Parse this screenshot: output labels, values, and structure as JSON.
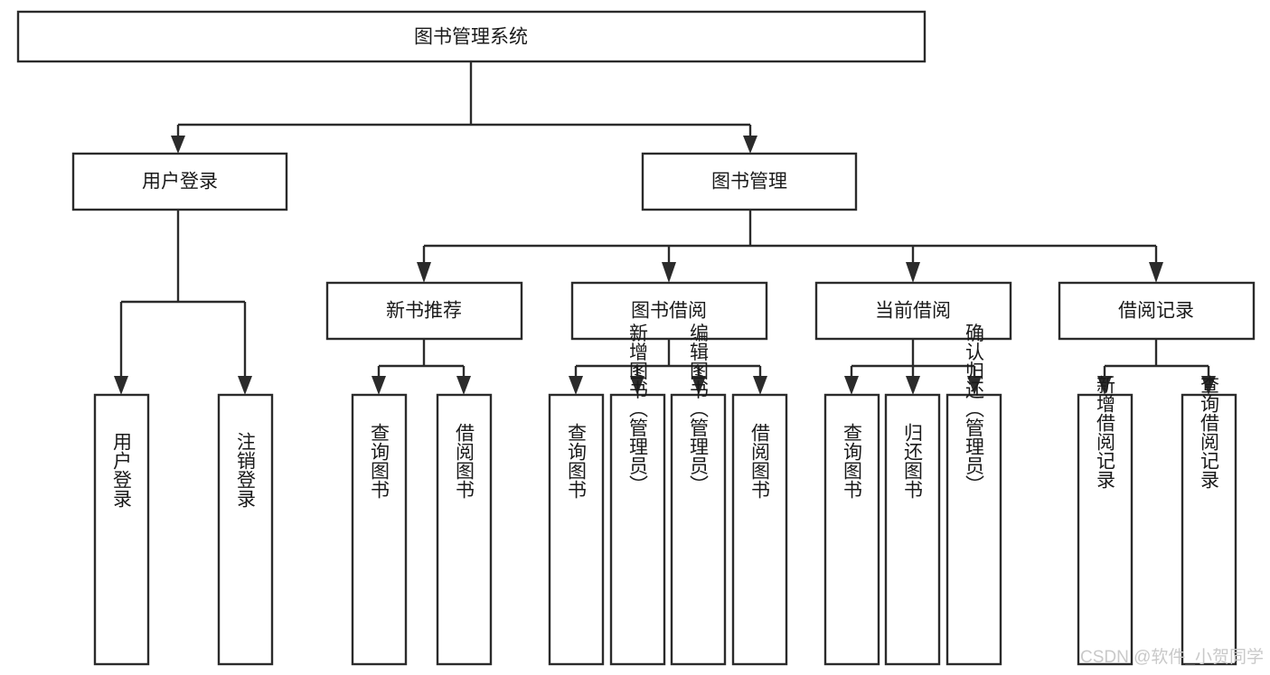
{
  "diagram": {
    "title": "图书管理系统",
    "type": "hierarchy-tree",
    "orientation": "top-down",
    "background_color": "#ffffff",
    "box_stroke_color": "#2b2b2b",
    "box_fill_color": "#ffffff",
    "text_color": "#1a1a1a",
    "levels": {
      "root": {
        "label": "图书管理系统"
      },
      "level2": [
        {
          "id": "user-login",
          "label": "用户登录"
        },
        {
          "id": "book-management",
          "label": "图书管理"
        }
      ],
      "level3": [
        {
          "id": "new-book-recommend",
          "label": "新书推荐",
          "parent": "book-management"
        },
        {
          "id": "book-borrow",
          "label": "图书借阅",
          "parent": "book-management"
        },
        {
          "id": "current-borrow",
          "label": "当前借阅",
          "parent": "book-management"
        },
        {
          "id": "borrow-record",
          "label": "借阅记录",
          "parent": "book-management"
        }
      ],
      "leaves": [
        {
          "id": "leaf-user-login",
          "label": "用户登录",
          "parent": "user-login"
        },
        {
          "id": "leaf-logout-login",
          "label": "注销登录",
          "parent": "user-login"
        },
        {
          "id": "leaf-query-book-1",
          "label": "查询图书",
          "parent": "new-book-recommend"
        },
        {
          "id": "leaf-borrow-book-1",
          "label": "借阅图书",
          "parent": "new-book-recommend"
        },
        {
          "id": "leaf-query-book-2",
          "label": "查询图书",
          "parent": "book-borrow"
        },
        {
          "id": "leaf-add-book-admin",
          "label": "新增图书（管理员）",
          "parent": "book-borrow"
        },
        {
          "id": "leaf-edit-book-admin",
          "label": "编辑图书（管理员）",
          "parent": "book-borrow"
        },
        {
          "id": "leaf-borrow-book-2",
          "label": "借阅图书",
          "parent": "book-borrow"
        },
        {
          "id": "leaf-query-book-3",
          "label": "查询图书",
          "parent": "current-borrow"
        },
        {
          "id": "leaf-return-book",
          "label": "归还图书",
          "parent": "current-borrow"
        },
        {
          "id": "leaf-confirm-return-admin",
          "label": "确认归还（管理员）",
          "parent": "current-borrow"
        },
        {
          "id": "leaf-add-borrow-record",
          "label": "新增借阅记录",
          "parent": "borrow-record"
        },
        {
          "id": "leaf-query-borrow-record",
          "label": "查询借阅记录",
          "parent": "borrow-record"
        }
      ]
    }
  },
  "watermark": {
    "text": "CSDN @软件_小贺同学"
  }
}
